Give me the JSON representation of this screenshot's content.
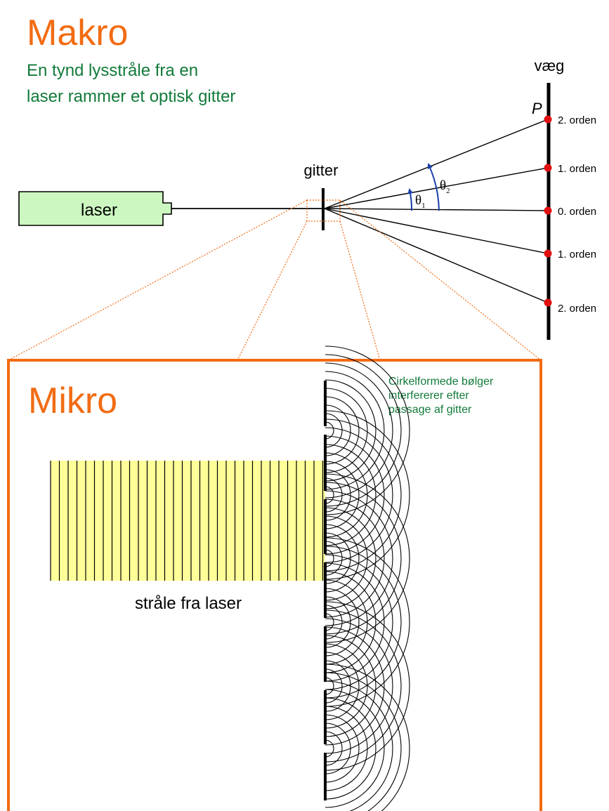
{
  "macro": {
    "title": "Makro",
    "subtitle_lines": [
      "En tynd lysstråle fra en",
      "laser rammer et optisk gitter"
    ],
    "laser_label": "laser",
    "grating_label": "gitter",
    "wall_label": "væg",
    "point_label": "P",
    "theta_symbol": "θ",
    "angle1_sub": "1",
    "angle2_sub": "2",
    "orders": [
      "2. orden",
      "1. orden",
      "0. orden",
      "1. orden",
      "2. orden"
    ]
  },
  "micro": {
    "title": "Mikro",
    "note_lines": [
      "Cirkelformede bølger",
      "interfererer efter",
      "passage af gitter"
    ],
    "beam_label": "stråle fra laser"
  },
  "colors": {
    "accent_orange": "#f26c13",
    "title_green": "#127a3a",
    "laser_fill": "#ccf7c0",
    "beam_fill": "#ffff99",
    "order_dot": "#e01010",
    "angle_arc": "#1a3fa8"
  }
}
